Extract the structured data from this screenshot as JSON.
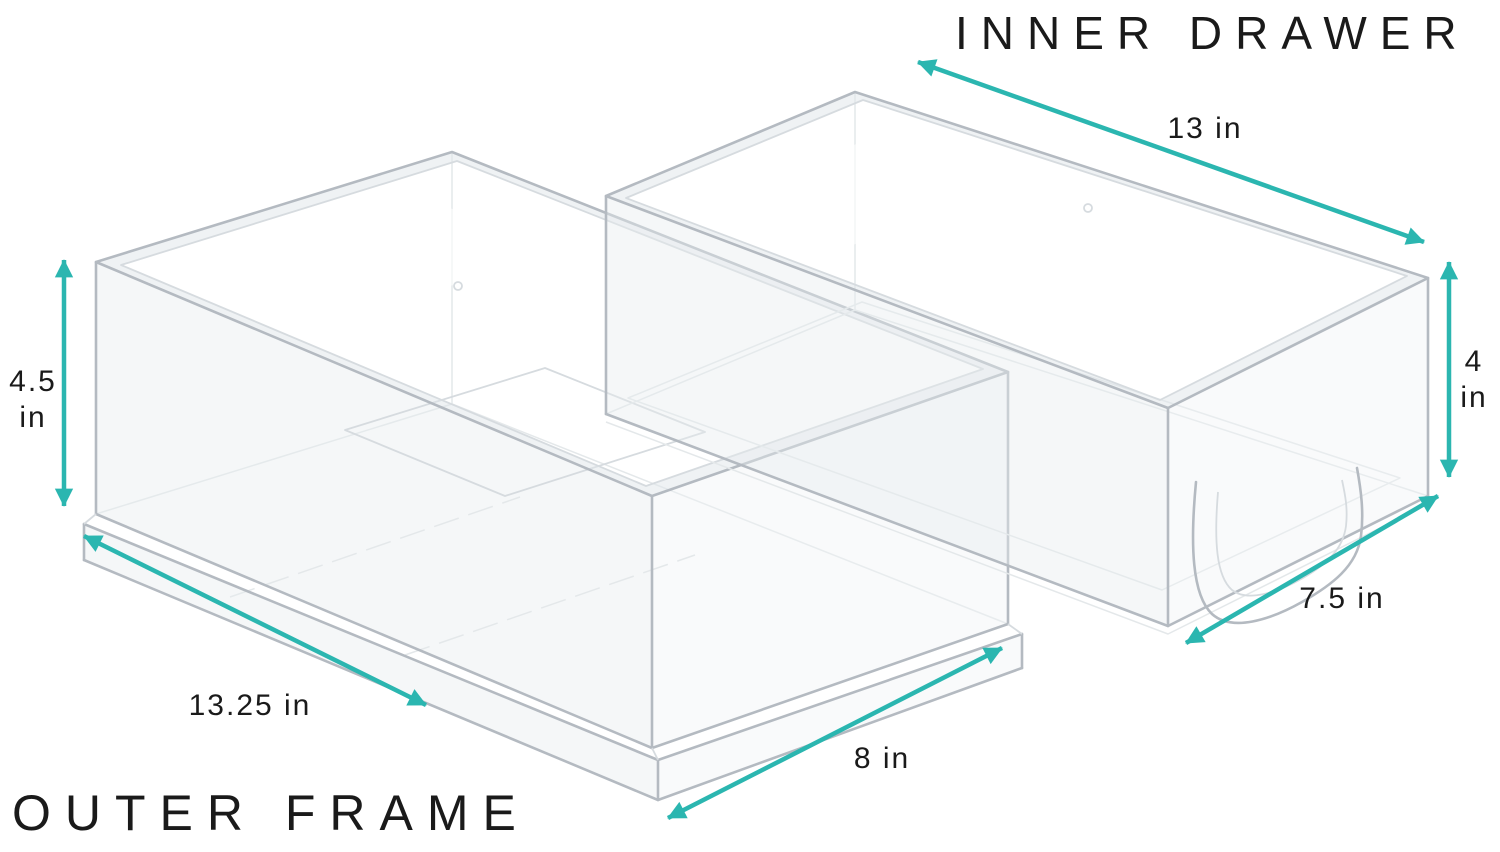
{
  "labels": {
    "inner_drawer": "INNER DRAWER",
    "outer_frame": "OUTER FRAME"
  },
  "dimensions": {
    "inner_drawer_length": "13 in",
    "inner_drawer_height_value": "4",
    "inner_drawer_height_unit": "in",
    "inner_drawer_width": "7.5 in",
    "outer_frame_height_value": "4.5",
    "outer_frame_height_unit": "in",
    "outer_frame_length": "13.25 in",
    "outer_frame_width": "8 in"
  },
  "colors": {
    "accent_teal": "#2bb6b0",
    "text_black": "#1a1a1a",
    "product_line_gray": "#b4bac1"
  }
}
